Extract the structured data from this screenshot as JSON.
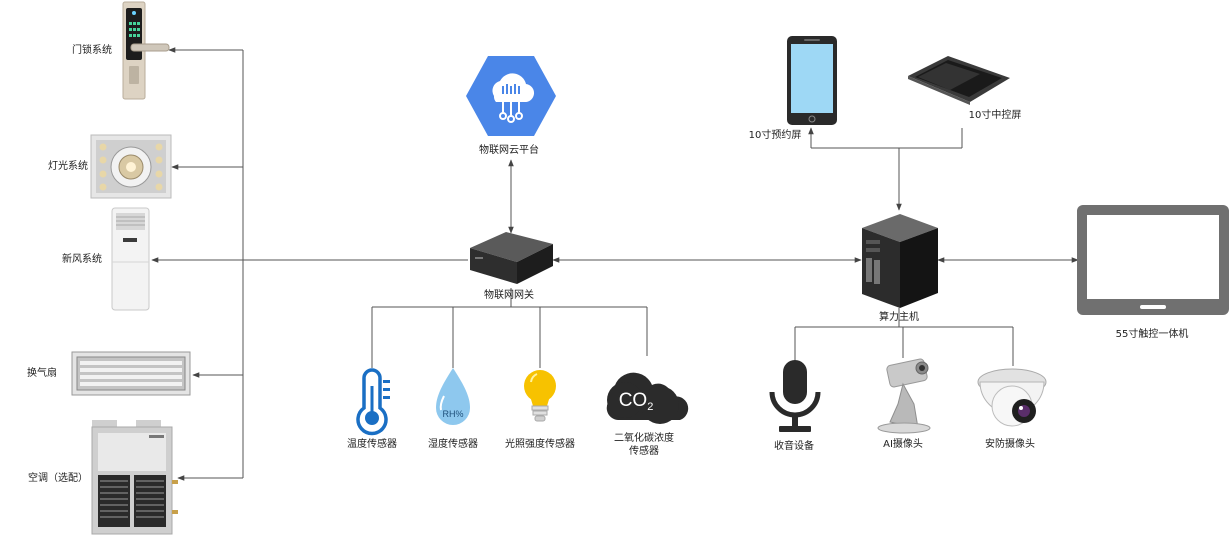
{
  "devices_left": {
    "door_lock": "门锁系统",
    "lighting": "灯光系统",
    "fresh_air": "新风系统",
    "exhaust_fan": "换气扇",
    "air_conditioner": "空调（选配）"
  },
  "center": {
    "cloud_platform": "物联网云平台",
    "iot_gateway": "物联网网关"
  },
  "sensors": {
    "temperature": "温度传感器",
    "humidity": "湿度传感器",
    "humidity_badge": "RH%",
    "light": "光照强度传感器",
    "co2_line1": "二氧化碳浓度",
    "co2_line2": "传感器",
    "co2_badge": "CO",
    "co2_sub": "2"
  },
  "right": {
    "phone": "10寸预约屏",
    "tablet": "10寸中控屏",
    "compute_host": "算力主机",
    "touch_panel": "55寸触控一体机",
    "microphone": "收音设备",
    "ai_camera": "AI摄像头",
    "security_camera": "安防摄像头"
  },
  "colors": {
    "line": "#555555",
    "cloud_blue": "#4a86e8",
    "thermo_blue": "#1a6fc4",
    "drop_blue": "#8ec8ee",
    "bulb_yellow": "#f7c200",
    "co2_dark": "#2b2b2b",
    "screen_blue": "#9ed8f5",
    "panel_gray": "#707070"
  }
}
